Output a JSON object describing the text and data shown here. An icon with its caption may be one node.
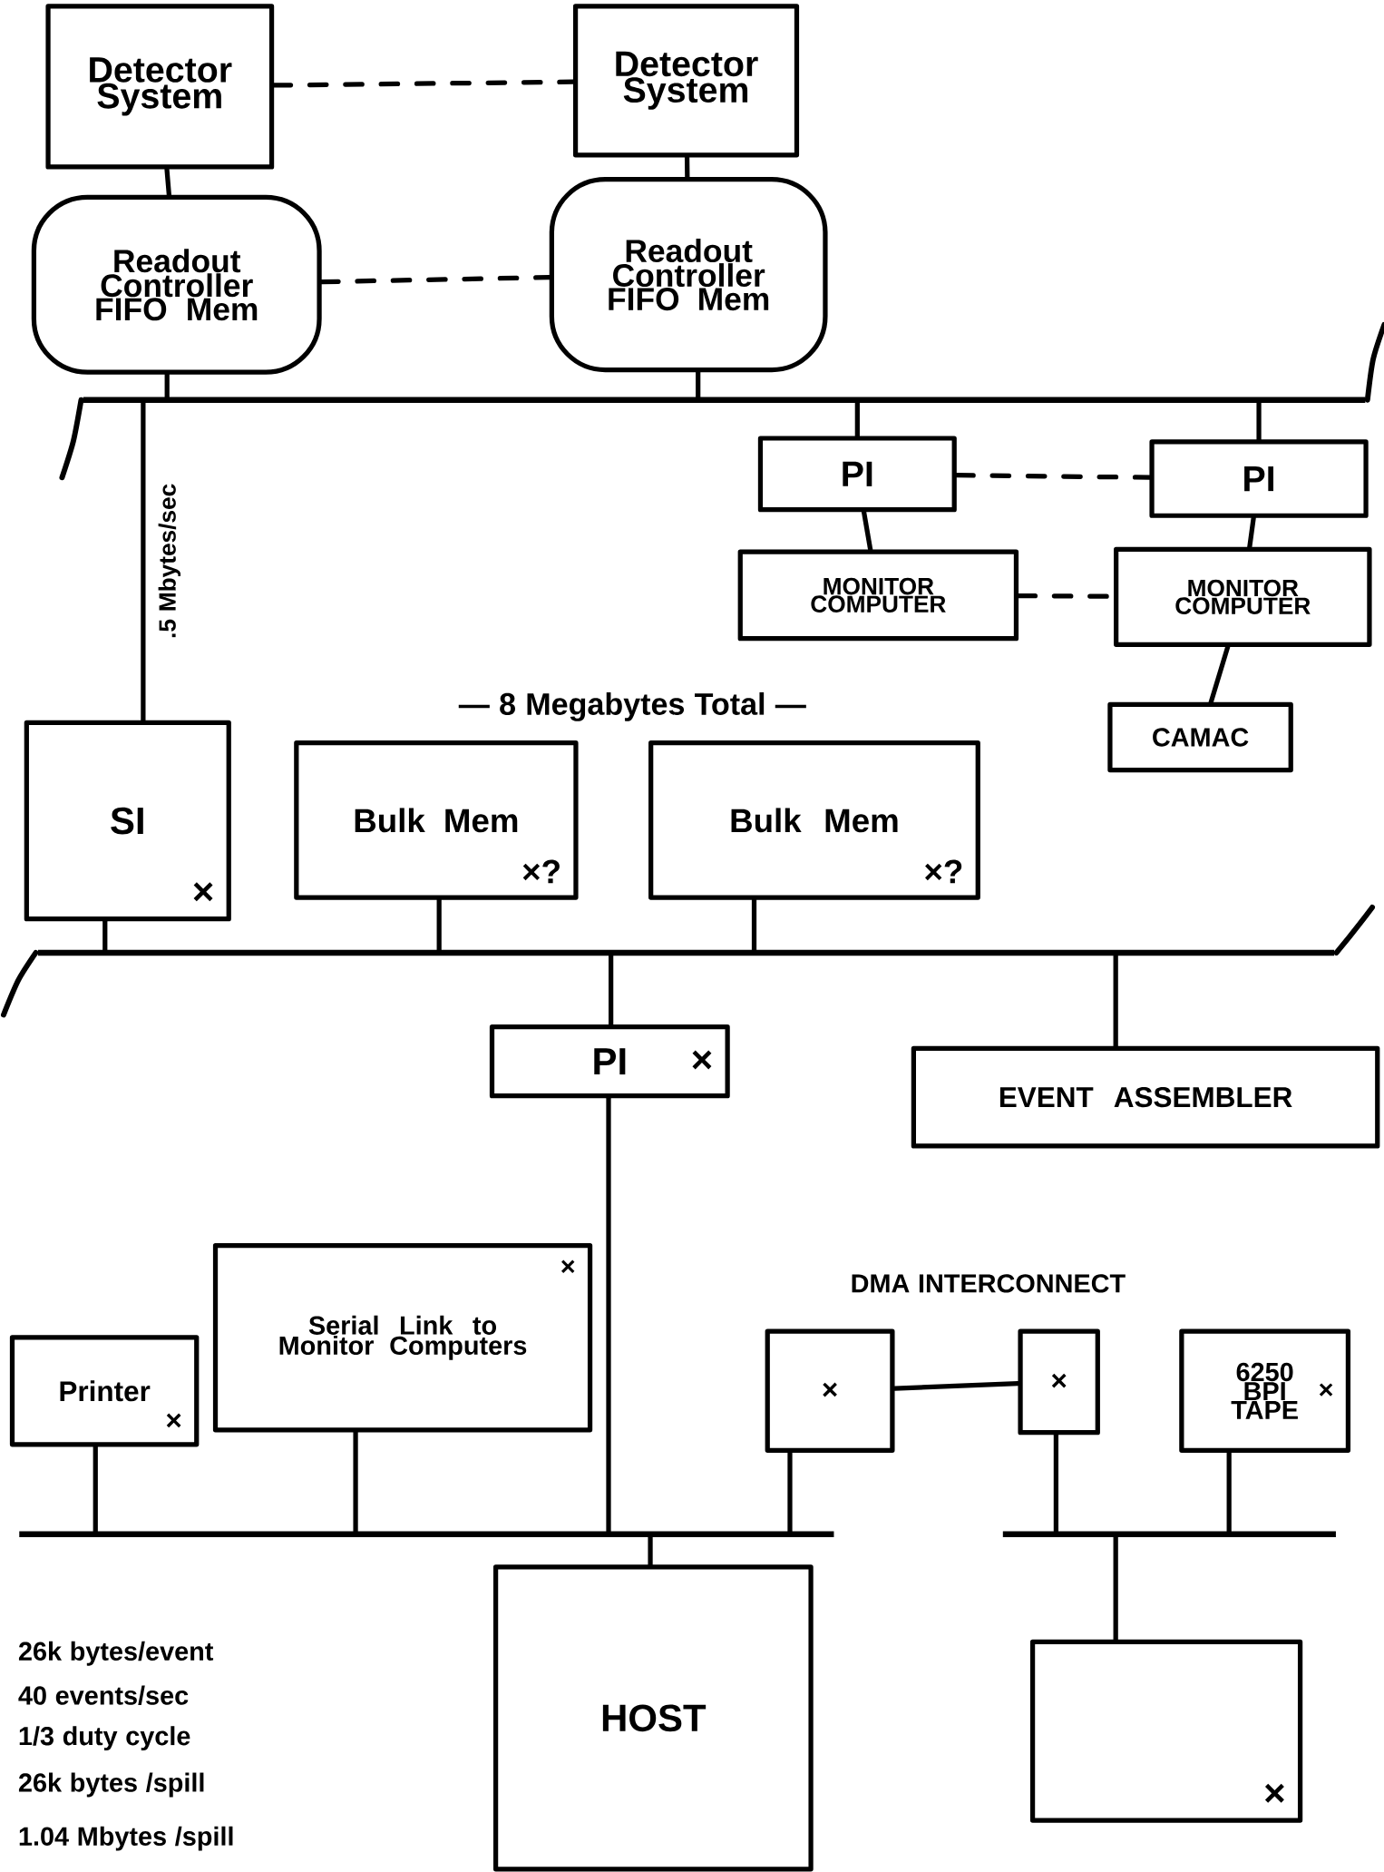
{
  "diagram": {
    "nodes": [
      {
        "text": [
          "Detector System"
        ]
      },
      {
        "text": [
          "Detector System"
        ]
      },
      {
        "text": [
          "Readout Controller FIFO Mem"
        ]
      },
      {
        "text": [
          "Readout Controller FIFO Mem"
        ]
      },
      {
        "text": [],
        "shape": "bar"
      },
      {
        "text": [
          "PI"
        ]
      },
      {
        "text": [
          "PI"
        ]
      },
      {
        "text": [
          "MONITOR COMPUTER"
        ]
      },
      {
        "text": [
          "MONITOR COMPUTER"
        ]
      },
      {
        "text": [
          "CAMAC"
        ]
      },
      {
        "text": [
          "SI",
          "×"
        ]
      },
      {
        "text": [
          "Bulk Mem",
          "×?"
        ]
      },
      {
        "text": [
          "Bulk Mem",
          "×?"
        ]
      },
      {
        "text": [],
        "shape": "bar"
      },
      {
        "text": [
          "PI",
          "×"
        ]
      },
      {
        "text": [
          "EVENT ASSEMBLER"
        ]
      },
      {
        "text": [
          "×",
          "Serial Link to Monitor Computers"
        ]
      },
      {
        "text": [
          "Printer",
          "×"
        ]
      },
      {
        "text": [
          "×"
        ]
      },
      {
        "text": [
          "×"
        ]
      },
      {
        "text": [
          "6250 BPI TAPE",
          "×"
        ]
      },
      {
        "text": [],
        "shape": "bar"
      },
      {
        "text": [],
        "shape": "bar"
      },
      {
        "text": [
          "HOST"
        ]
      },
      {
        "text": [
          "×"
        ]
      }
    ],
    "edges": [
      {
        "from": 0,
        "to": 1,
        "arrow": "none",
        "style": "dashed"
      },
      {
        "from": 0,
        "to": 2,
        "arrow": "none"
      },
      {
        "from": 1,
        "to": 3,
        "arrow": "none"
      },
      {
        "from": 2,
        "to": 3,
        "arrow": "none",
        "style": "dashed"
      },
      {
        "from": 2,
        "to": 4,
        "arrow": "none"
      },
      {
        "from": 3,
        "to": 4,
        "arrow": "none"
      },
      {
        "from": 4,
        "to": 5,
        "arrow": "none"
      },
      {
        "from": 4,
        "to": 6,
        "arrow": "none"
      },
      {
        "from": 5,
        "to": 6,
        "arrow": "none",
        "style": "dashed"
      },
      {
        "from": 5,
        "to": 7,
        "arrow": "none"
      },
      {
        "from": 6,
        "to": 8,
        "arrow": "none"
      },
      {
        "from": 7,
        "to": 8,
        "arrow": "none",
        "style": "dashed"
      },
      {
        "from": 8,
        "to": 9,
        "arrow": "none"
      },
      {
        "from": 4,
        "to": 10,
        "arrow": "none",
        "label": ".5 Mbytes/sec"
      },
      {
        "from": 10,
        "to": 13,
        "arrow": "none"
      },
      {
        "from": 11,
        "to": 13,
        "arrow": "none"
      },
      {
        "from": 12,
        "to": 13,
        "arrow": "none"
      },
      {
        "from": 13,
        "to": 14,
        "arrow": "none"
      },
      {
        "from": 13,
        "to": 15,
        "arrow": "none"
      },
      {
        "from": 14,
        "to": 21,
        "arrow": "none"
      },
      {
        "from": 17,
        "to": 21,
        "arrow": "none"
      },
      {
        "from": 16,
        "to": 21,
        "arrow": "none"
      },
      {
        "from": 18,
        "to": 21,
        "arrow": "none"
      },
      {
        "from": 18,
        "to": 19,
        "arrow": "none"
      },
      {
        "from": 19,
        "to": 22,
        "arrow": "none"
      },
      {
        "from": 20,
        "to": 22,
        "arrow": "none"
      },
      {
        "from": 21,
        "to": 23,
        "arrow": "none"
      },
      {
        "from": 22,
        "to": 24,
        "arrow": "none"
      }
    ],
    "labels": [
      "— 8 Megabytes Total —",
      "DMA INTERCONNECT",
      "26k bytes/event",
      "40 events/sec",
      "1/3 duty cycle",
      "26k bytes /spill",
      "1.04 Mbytes /spill"
    ]
  }
}
